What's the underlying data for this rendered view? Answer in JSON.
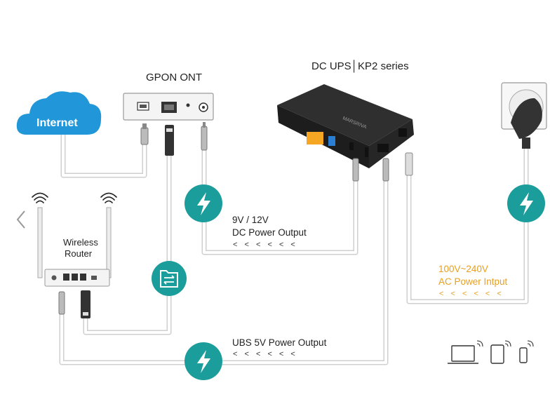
{
  "labels": {
    "gpon_ont": "GPON ONT",
    "dc_ups": "DC UPS│KP2 series",
    "internet": "Internet",
    "wireless": "Wireless",
    "router": "Router",
    "dc_output_voltage": "9V / 12V",
    "dc_output": "DC Power Output",
    "dc_arrows": "< < < < < <",
    "ac_voltage": "100V~240V",
    "ac_input": "AC Power Intput",
    "ac_arrows": "< < < < < <",
    "usb_output": "UBS 5V Power Output",
    "usb_arrows": "< < < < < <",
    "ups_brand": "MARSRIVA"
  },
  "icons": {
    "power": "lightning-icon",
    "data": "folder-transfer-icon",
    "nav": "chevron-left-icon",
    "devices": [
      "laptop-icon",
      "tablet-icon",
      "phone-icon"
    ]
  },
  "colors": {
    "teal": "#1b9d9b",
    "cloud": "#2196d8",
    "orange": "#e8a020",
    "cable": "#e2e2e2"
  }
}
